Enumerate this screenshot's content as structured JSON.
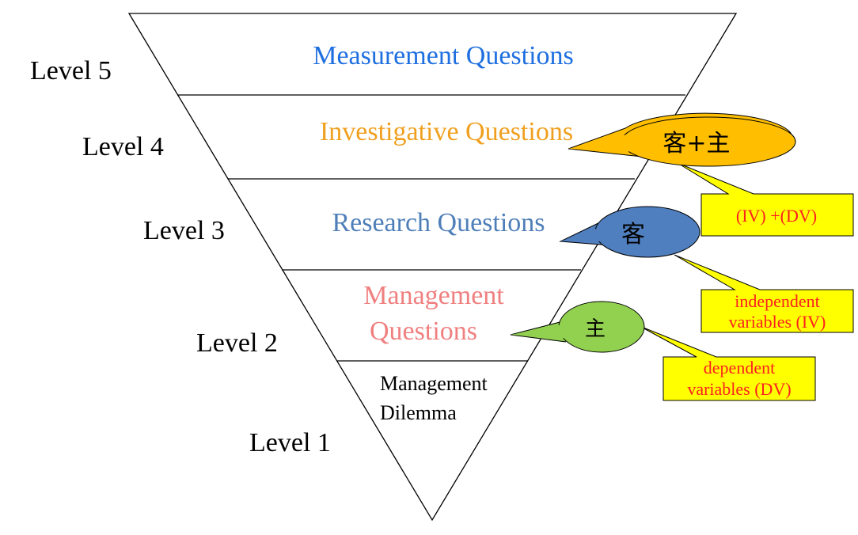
{
  "levels": [
    {
      "label": "Level 5",
      "question": "Measurement Questions",
      "question_color": "#1f6fe0"
    },
    {
      "label": "Level 4",
      "question": "Investigative Questions",
      "question_color": "#f0a020"
    },
    {
      "label": "Level 3",
      "question": "Research Questions",
      "question_color": "#4f7fb8"
    },
    {
      "label": "Level 2",
      "question_line1": "Management",
      "question_line2": "Questions",
      "question_color": "#f08080"
    },
    {
      "label": "Level 1",
      "question_line1": "Management",
      "question_line2": "Dilemma",
      "question_color": "#000000"
    }
  ],
  "bubbles": [
    {
      "name": "combined",
      "text": "客+主",
      "fill": "#ffbf00"
    },
    {
      "name": "objective",
      "text": "客",
      "fill": "#4f7fbf"
    },
    {
      "name": "subjective",
      "text": "主",
      "fill": "#92d050"
    }
  ],
  "notes": [
    {
      "name": "iv-dv",
      "line1": "(IV) +(DV)",
      "fill": "#ffff00",
      "text_color": "#ff2020"
    },
    {
      "name": "independent",
      "line1": "independent",
      "line2": "variables (IV)",
      "fill": "#ffff00",
      "text_color": "#ff2020"
    },
    {
      "name": "dependent",
      "line1": "dependent",
      "line2": "variables (DV)",
      "fill": "#ffff00",
      "text_color": "#ff2020"
    }
  ]
}
